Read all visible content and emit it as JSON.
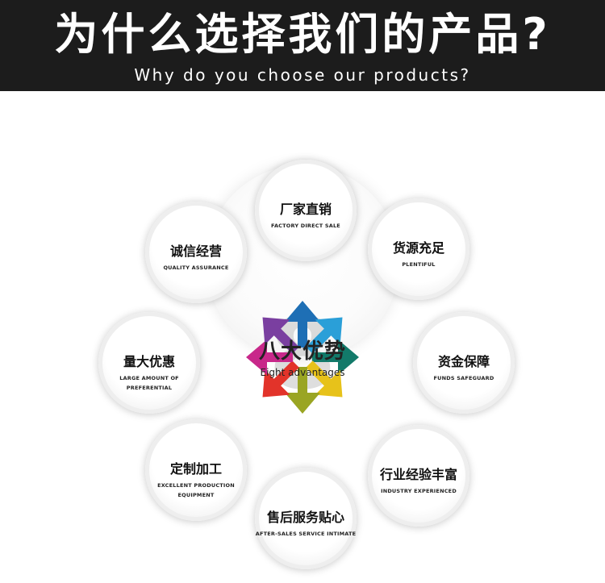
{
  "banner": {
    "title": "为什么选择我们的产品?",
    "subtitle": "Why do you choose our products?"
  },
  "center": {
    "cn": "八大优势",
    "en": "Eight advantages",
    "number": "8"
  },
  "advantages": [
    {
      "cn": "厂家直销",
      "en": "FACTORY DIRECT SALE"
    },
    {
      "cn": "货源充足",
      "en": "PLENTIFUL"
    },
    {
      "cn": "资金保障",
      "en": "FUNDS SAFEGUARD"
    },
    {
      "cn": "行业经验丰富",
      "en": "INDUSTRY EXPERIENCED"
    },
    {
      "cn": "售后服务贴心",
      "en": "AFTER-SALES SERVICE INTIMATE"
    },
    {
      "cn": "定制加工",
      "en": "EXCELLENT PRODUCTION EQUIPMENT"
    },
    {
      "cn": "量大优惠",
      "en": "LARGE AMOUNT OF PREFERENTIAL"
    },
    {
      "cn": "诚信经营",
      "en": "QUALITY ASSURANCE"
    }
  ],
  "colors": {
    "banner_bg": "#1c1c1c",
    "arrow_up": "#1e6fb5",
    "arrow_up_right": "#2a9fd8",
    "arrow_right": "#127a6a",
    "arrow_down_right": "#e7c21a",
    "arrow_down": "#9aa523",
    "arrow_down_left": "#e2332a",
    "arrow_left": "#c8288a",
    "arrow_up_left": "#7a3fa0"
  }
}
